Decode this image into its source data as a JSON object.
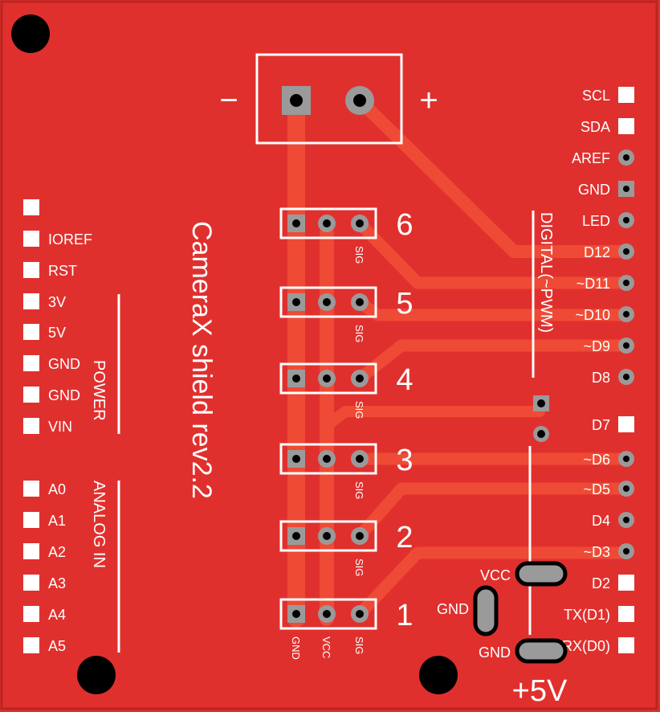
{
  "board": {
    "title": "CameraX shield rev2.2",
    "colors": {
      "pcb": "#e0302e",
      "trace": "#ef4a35",
      "silk": "#ffffff",
      "copper": "#9a9a9a",
      "hole": "#000000"
    }
  },
  "power_connector": {
    "minus": "−",
    "plus": "+"
  },
  "headers": [
    {
      "number": "6",
      "sig": "SIG"
    },
    {
      "number": "5",
      "sig": "SIG"
    },
    {
      "number": "4",
      "sig": "SIG"
    },
    {
      "number": "3",
      "sig": "SIG"
    },
    {
      "number": "2",
      "sig": "SIG"
    },
    {
      "number": "1",
      "sig": "SIG",
      "gnd": "GND",
      "vcc": "VCC"
    }
  ],
  "left_pins": [
    "",
    "IOREF",
    "RST",
    "3V",
    "5V",
    "GND",
    "GND",
    "VIN",
    "A0",
    "A1",
    "A2",
    "A3",
    "A4",
    "A5"
  ],
  "power_section": "POWER",
  "analog_section": "ANALOG IN",
  "right_pins": [
    "SCL",
    "SDA",
    "AREF",
    "GND",
    "LED",
    "D12",
    "~D11",
    "~D10",
    "~D9",
    "D8",
    "D7",
    "~D6",
    "~D5",
    "D4",
    "~D3",
    "D2",
    "TX(D1)",
    "RX(D0)"
  ],
  "digital_section": "DIGITAL(~PWM)",
  "jumpers": {
    "vcc": "VCC",
    "gnd_left": "GND",
    "gnd_bottom": "GND"
  },
  "supply_label": "+5V"
}
